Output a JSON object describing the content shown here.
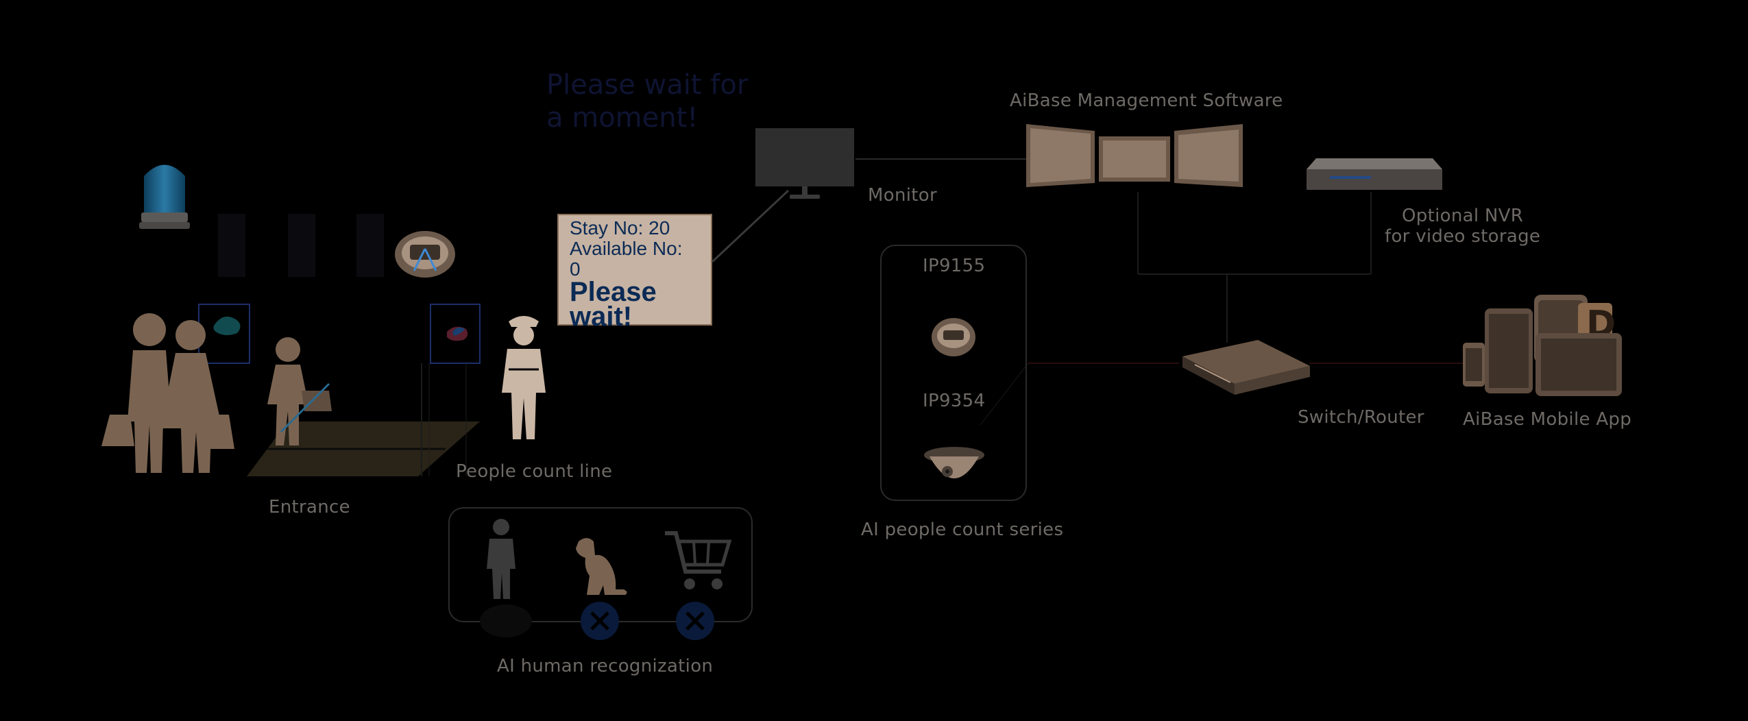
{
  "wait_banner": {
    "line1": "Please wait for",
    "line2": "a moment!"
  },
  "display_sign": {
    "stay": "Stay No: 20",
    "available": "Available No:",
    "available_value": "0",
    "please": "Please",
    "wait": "wait!"
  },
  "labels": {
    "monitor": "Monitor",
    "management_software": "AiBase Management Software",
    "nvr_line1": "Optional NVR",
    "nvr_line2": "for video storage",
    "switch_router": "Switch/Router",
    "mobile_app": "AiBase Mobile App",
    "people_count_line": "People count line",
    "entrance": "Entrance",
    "ai_people_count_series": "AI people count series",
    "ai_human_recognization": "AI human recognization"
  },
  "camera_models": {
    "first": "IP9155",
    "second": "IP9354"
  },
  "icons": {
    "alarm_light": "alarm-light-icon",
    "ceiling_camera": "ceiling-camera-icon",
    "monitor": "monitor-icon",
    "nvr": "nvr-icon",
    "switch": "switch-icon",
    "mobile_devices": "mobile-devices-icon",
    "family": "family-icon",
    "child": "child-icon",
    "guard": "guard-icon",
    "person": "person-icon",
    "dog": "dog-icon",
    "cart": "shopping-cart-icon"
  },
  "colors": {
    "background": "#000000",
    "label_text": "#6e6a66",
    "figure_tan": "#7a6451",
    "guard_light": "#cbb7a6",
    "sign_bg": "#c6b3a3",
    "sign_text": "#0b2a55",
    "cross_badge": "#0a1a3a"
  }
}
